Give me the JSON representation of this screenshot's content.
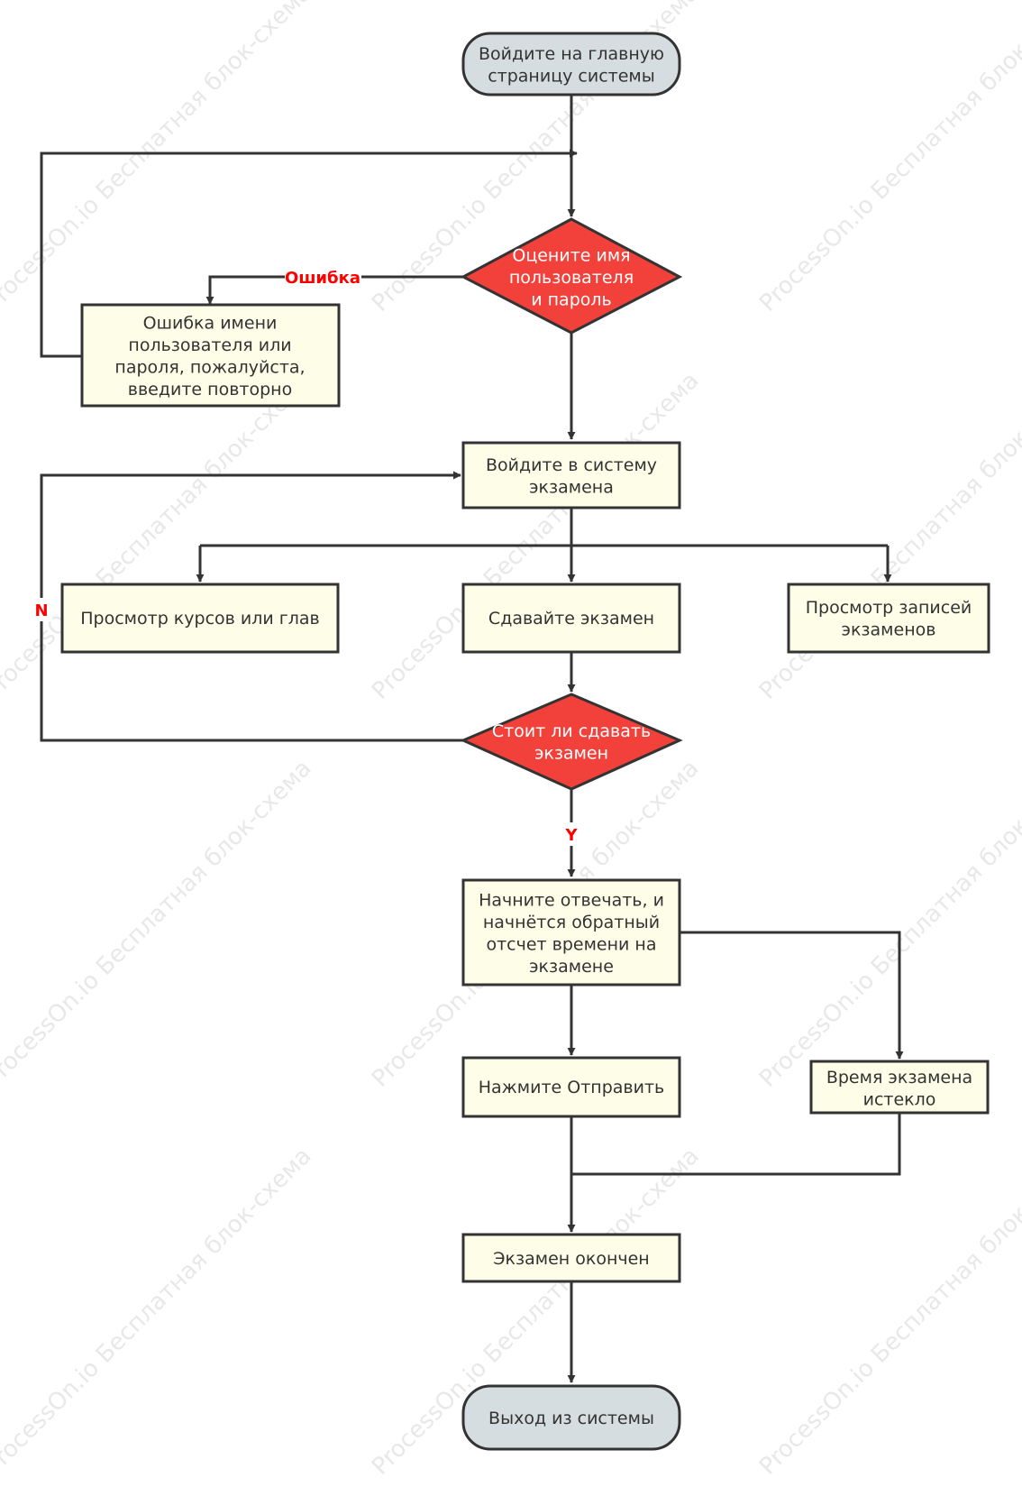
{
  "watermark": "ProcessOn.io Бесплатная блок-схема",
  "colors": {
    "terminal_fill": "#d5dde0",
    "process_fill": "#fefee8",
    "decision_fill": "#f2413b",
    "stroke": "#333333",
    "label": "#ff0000"
  },
  "nodes": {
    "start": [
      "Войдите на главную",
      "страницу системы"
    ],
    "check_credentials": [
      "Оцените имя",
      "пользователя",
      "и пароль"
    ],
    "login_error": [
      "Ошибка имени",
      "пользователя или",
      "пароля, пожалуйста,",
      "введите повторно"
    ],
    "exam_login": [
      "Войдите в систему",
      "экзамена"
    ],
    "view_courses": [
      "Просмотр курсов или глав"
    ],
    "take_exam": [
      "Сдавайте экзамен"
    ],
    "view_records": [
      "Просмотр записей",
      "экзаменов"
    ],
    "should_take": [
      "Стоит ли сдавать",
      "экзамен"
    ],
    "answering": [
      "Начните отвечать, и",
      "начнётся обратный",
      "отсчет времени на",
      "экзамене"
    ],
    "submit": [
      "Нажмите Отправить"
    ],
    "time_up": [
      "Время экзамена",
      "истекло"
    ],
    "exam_done": [
      "Экзамен окончен"
    ],
    "logout": [
      "Выход из системы"
    ]
  },
  "edge_labels": {
    "error": "Ошибка",
    "no": "N",
    "yes": "Y"
  }
}
